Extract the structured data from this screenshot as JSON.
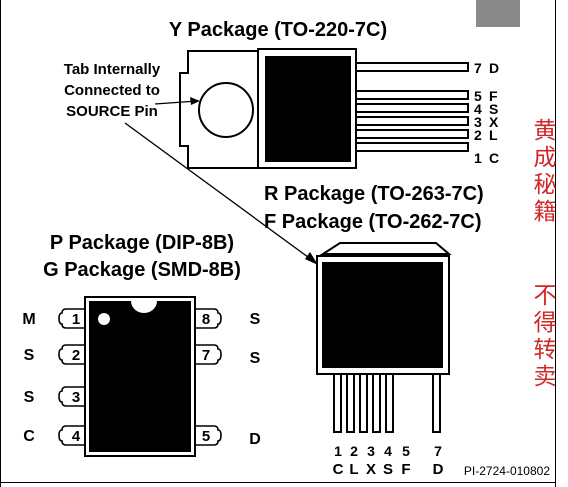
{
  "titles": {
    "y_package": "Y Package (TO-220-7C)",
    "r_package": "R Package (TO-263-7C)",
    "f_package": "F Package (TO-262-7C)",
    "p_package": "P Package (DIP-8B)",
    "g_package": "G Package (SMD-8B)"
  },
  "tab_note": [
    "Tab Internally",
    "Connected to",
    "SOURCE Pin"
  ],
  "y_pins": [
    {
      "num": "7",
      "name": "D"
    },
    {
      "num": "5",
      "name": "F"
    },
    {
      "num": "4",
      "name": "S"
    },
    {
      "num": "3",
      "name": "X"
    },
    {
      "num": "2",
      "name": "L"
    },
    {
      "num": "1",
      "name": "C"
    }
  ],
  "r_pins": [
    {
      "num": "1",
      "name": "C"
    },
    {
      "num": "2",
      "name": "L"
    },
    {
      "num": "3",
      "name": "X"
    },
    {
      "num": "4",
      "name": "S"
    },
    {
      "num": "5",
      "name": "F"
    },
    {
      "num": "7",
      "name": "D"
    }
  ],
  "dip_left": [
    {
      "num": "1",
      "name": "M"
    },
    {
      "num": "2",
      "name": "S"
    },
    {
      "num": "3",
      "name": "S"
    },
    {
      "num": "4",
      "name": "C"
    }
  ],
  "dip_right": [
    {
      "num": "8",
      "name": "S"
    },
    {
      "num": "7",
      "name": "S"
    },
    {
      "num": "5",
      "name": "D"
    }
  ],
  "watermark": [
    "黄",
    "成",
    "秘",
    "籍",
    "不",
    "得",
    "转",
    "卖"
  ],
  "figure_ref": "PI-2724-010802",
  "colors": {
    "ink": "#000000",
    "watermark": "#d0282a",
    "corner_box": "#8a8a8a"
  }
}
